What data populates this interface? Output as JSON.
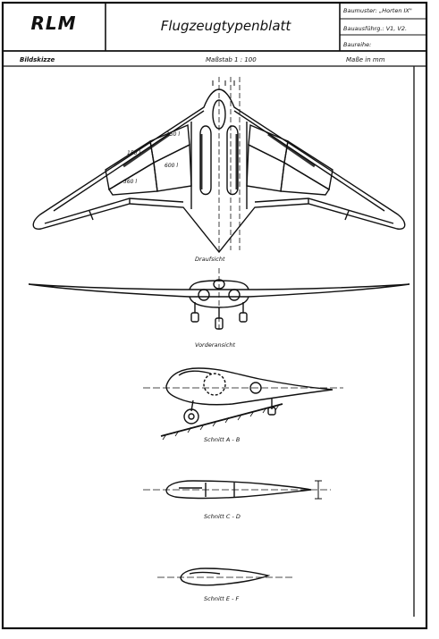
{
  "header": {
    "org": "RLM",
    "title": "Flugzeugtypenblatt",
    "fields": [
      "Baumuster: „Horten IX\"",
      "Bauausführg.: V1, V2.",
      "Baureihe:"
    ]
  },
  "subheader": {
    "left": "Bildskizze",
    "center": "Maßstab 1 : 100",
    "right": "Maße in mm"
  },
  "views": {
    "top": "Draufsicht",
    "front": "Vorderansicht",
    "section_ab": "Schnitt A - B",
    "section_cd": "Schnitt C - D",
    "section_ef": "Schnitt E - F"
  },
  "tank_labels": [
    "150 l",
    "150 l",
    "360 l",
    "600 l"
  ],
  "colors": {
    "ink": "#111111",
    "paper": "#ffffff"
  }
}
